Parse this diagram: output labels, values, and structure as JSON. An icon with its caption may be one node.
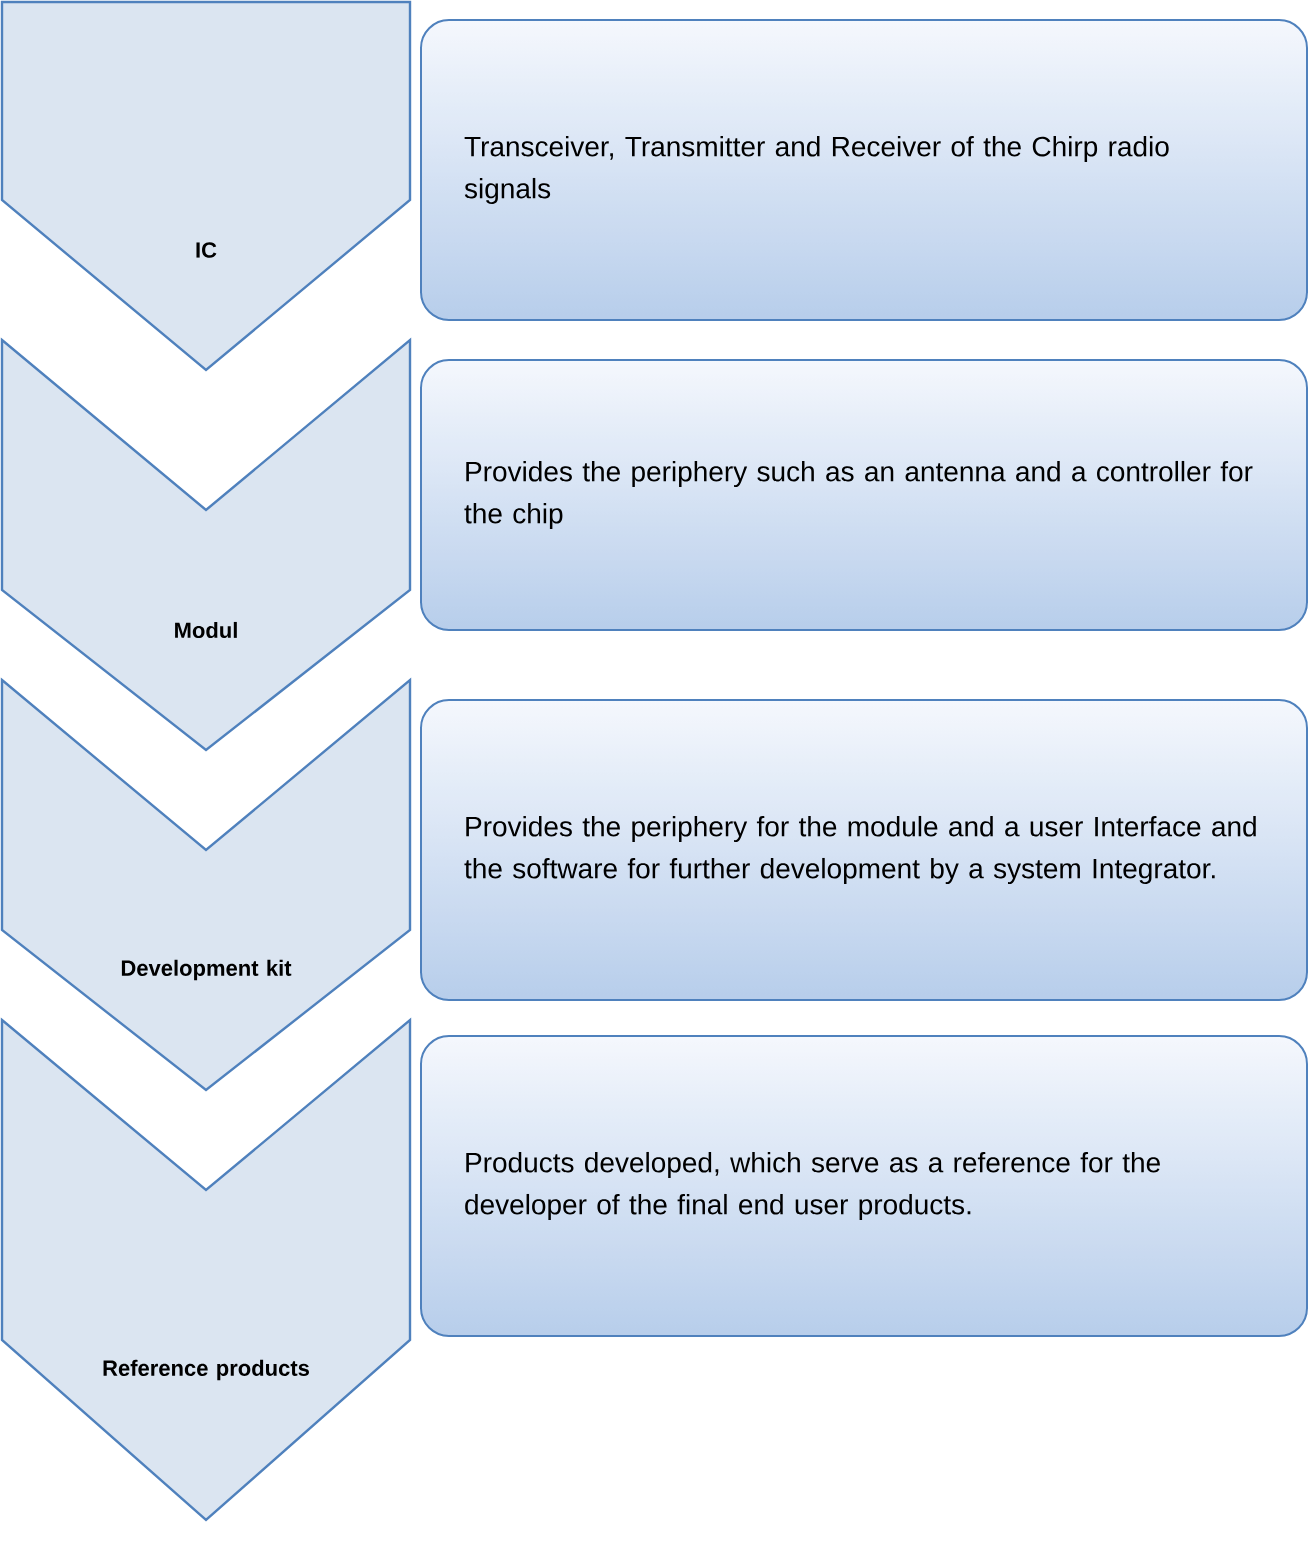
{
  "diagram": {
    "nodes": [
      {
        "text": [
          "IC"
        ]
      },
      {
        "text": [
          "Transceiver, Transmitter and Receiver of the Chirp radio signals"
        ]
      },
      {
        "text": [
          "Modul"
        ]
      },
      {
        "text": [
          "Provides the periphery such as an antenna and a controller for the chip"
        ]
      },
      {
        "text": [
          "Development kit"
        ]
      },
      {
        "text": [
          "Provides the periphery for the module and a user Interface and the software for further development by a system Integrator."
        ]
      },
      {
        "text": [
          "Reference products"
        ]
      },
      {
        "text": [
          "Products developed, which serve as a reference for the developer of the final end user products."
        ]
      }
    ]
  }
}
